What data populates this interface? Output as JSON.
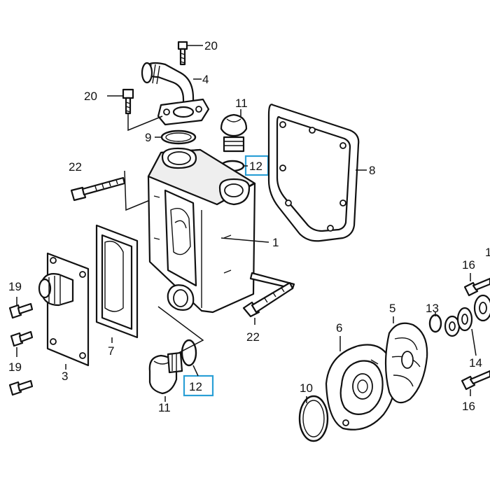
{
  "labels": {
    "l20a": "20",
    "l4": "4",
    "l20b": "20",
    "l11a": "11",
    "l9": "9",
    "l12a": "12",
    "l8": "8",
    "l22a": "22",
    "l1": "1",
    "l19a": "19",
    "l19b": "19",
    "l7": "7",
    "l3": "3",
    "l22b": "22",
    "l12b": "12",
    "l11b": "11",
    "l6": "6",
    "l5": "5",
    "l13": "13",
    "l16a": "16",
    "l14": "14",
    "l10": "10",
    "l16b": "16",
    "l1partial": "1"
  },
  "colors": {
    "highlight": "#2a9fd6",
    "line": "#111111"
  }
}
